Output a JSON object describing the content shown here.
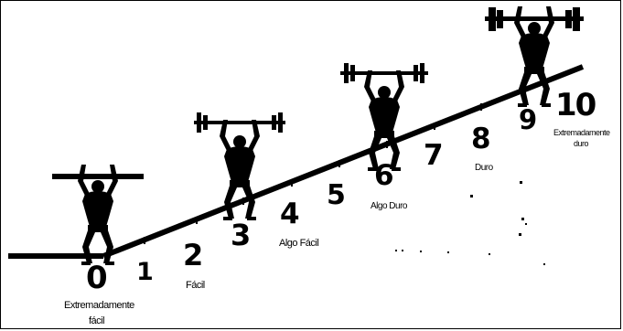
{
  "scale": {
    "numbers": [
      "0",
      "1",
      "2",
      "3",
      "4",
      "5",
      "6",
      "7",
      "8",
      "9",
      "10"
    ],
    "labels": {
      "l0a": "Extremadamente",
      "l0b": "fácil",
      "l2": "Fácil",
      "l4": "Algo Fácil",
      "l6": "Algo Duro",
      "l8": "Duro",
      "l10a": "Extremadamente",
      "l10b": "duro"
    }
  },
  "colors": {
    "ink": "#000000",
    "background": "#ffffff"
  },
  "icons": [
    "weightlifter-icon",
    "weightlifter-icon",
    "weightlifter-icon",
    "weightlifter-icon"
  ]
}
